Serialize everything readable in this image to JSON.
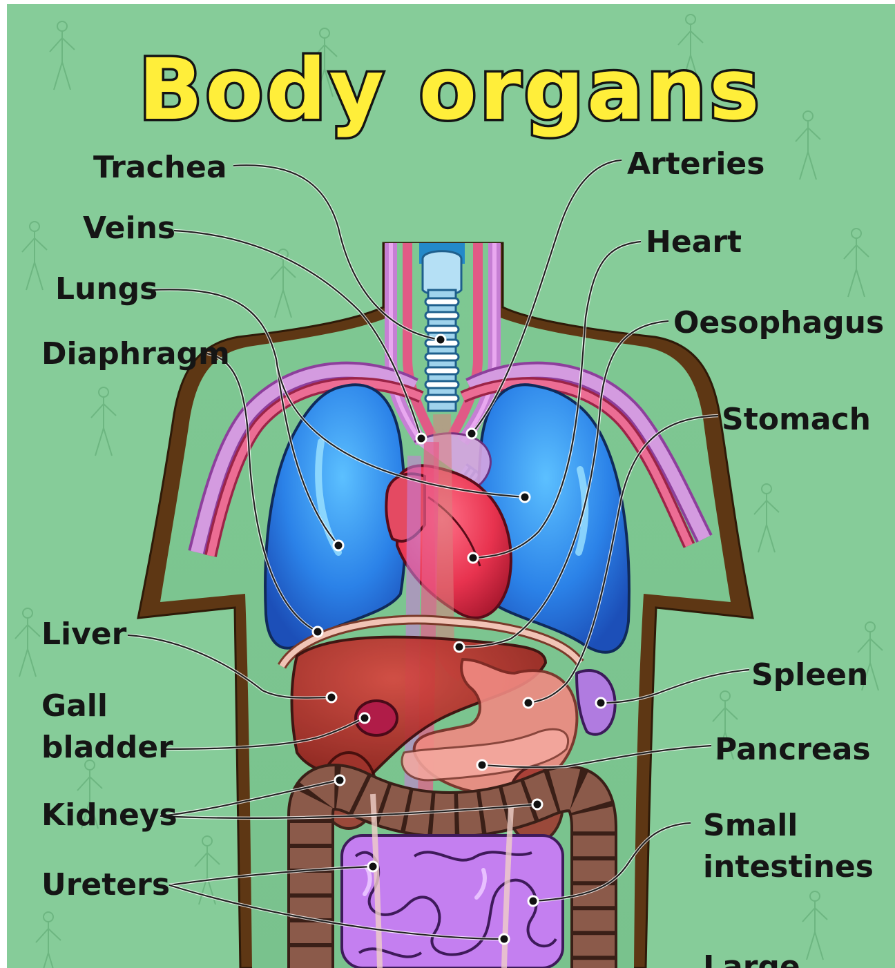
{
  "title": "Body organs",
  "labels": {
    "trachea": "Trachea",
    "veins": "Veins",
    "lungs": "Lungs",
    "diaphragm": "Diaphragm",
    "liver": "Liver",
    "gall_bladder_1": "Gall",
    "gall_bladder_2": "bladder",
    "kidneys": "Kidneys",
    "ureters": "Ureters",
    "arteries": "Arteries",
    "heart": "Heart",
    "oesophagus": "Oesophagus",
    "stomach": "Stomach",
    "spleen": "Spleen",
    "pancreas": "Pancreas",
    "small_intestines_1": "Small",
    "small_intestines_2": "intestines",
    "large_intestine_partial": "Large"
  },
  "colors": {
    "background": "#86cc99",
    "title_fill": "#ffee3a",
    "skin": "#6b3f1a",
    "lungs": "#2b82e8",
    "heart": "#e8334f",
    "liver": "#a7221f",
    "stomach": "#f08080",
    "spleen": "#b07be0",
    "small_intestines": "#c47ff0",
    "large_intestine": "#8b5a4a",
    "veins": "#cc7fd8",
    "arteries": "#e15a86",
    "trachea": "#a8d8f0"
  }
}
